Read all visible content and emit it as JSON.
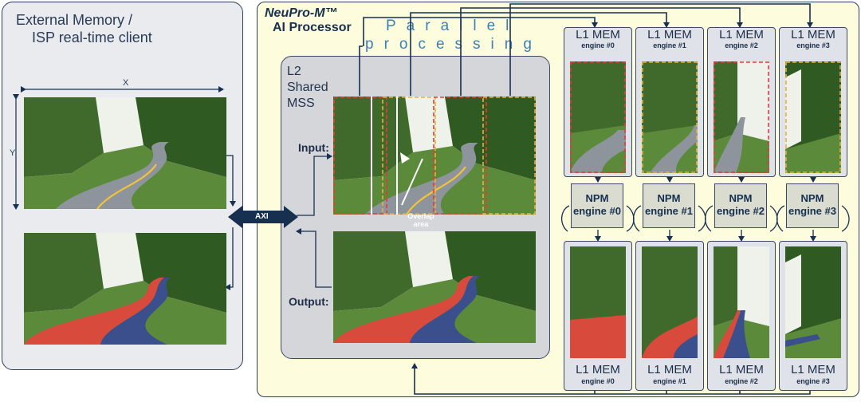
{
  "external": {
    "title_line1": "External Memory /",
    "title_line2": "ISP real-time client",
    "x_label": "X",
    "y_label": "Y"
  },
  "processor": {
    "brand": "NeuPro-M™",
    "subtitle": "AI Processor"
  },
  "parallel": {
    "line1": "Parallel",
    "line2": "processing"
  },
  "l2": {
    "line1": "L2",
    "line2": "Shared",
    "line3": "MSS",
    "input_label": "Input:",
    "output_label": "Output:"
  },
  "axi": {
    "label": "AXI"
  },
  "overlap": {
    "line1": "Overlap",
    "line2": "area"
  },
  "engines": [
    {
      "mem_title": "L1 MEM",
      "engine_label": "engine #0",
      "npm_line1": "NPM",
      "npm_line2": "engine #0",
      "color": "#e63b3b"
    },
    {
      "mem_title": "L1 MEM",
      "engine_label": "engine #1",
      "npm_line1": "NPM",
      "npm_line2": "engine #1",
      "color": "#e6b23b"
    },
    {
      "mem_title": "L1 MEM",
      "engine_label": "engine #2",
      "npm_line1": "NPM",
      "npm_line2": "engine #2",
      "color": "#e63b3b"
    },
    {
      "mem_title": "L1 MEM",
      "engine_label": "engine #3",
      "npm_line1": "NPM",
      "npm_line2": "engine #3",
      "color": "#e6b23b"
    }
  ],
  "colors": {
    "navy": "#17304f",
    "panel_yellow": "#fdfcdc",
    "road_red": "#d84a3c",
    "road_blue": "#3a4f8c"
  }
}
